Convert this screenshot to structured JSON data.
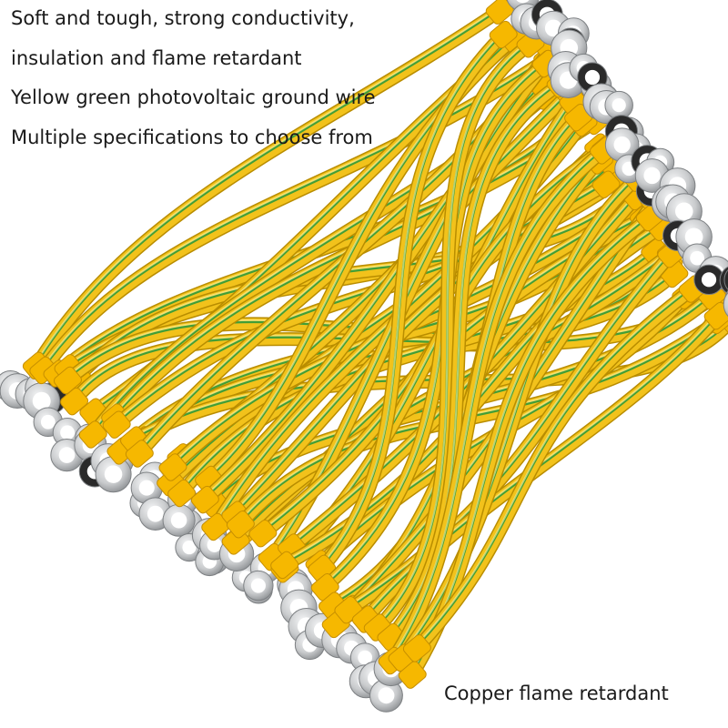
{
  "headlines": [
    "Soft and tough, strong conductivity,",
    "insulation and flame retardant",
    "Yellow green photovoltaic ground wire",
    "Multiple specifications to choose from"
  ],
  "caption": "Copper flame retardant",
  "colors": {
    "wire_yellow": "#f2c21b",
    "wire_stripe_green": "#2f9a3a",
    "sleeve_yellow": "#f6b800",
    "terminal_silver": "#c9cbcd",
    "terminal_dark": "#2a2a2a",
    "background": "#ffffff",
    "text": "#1a1a1a"
  }
}
